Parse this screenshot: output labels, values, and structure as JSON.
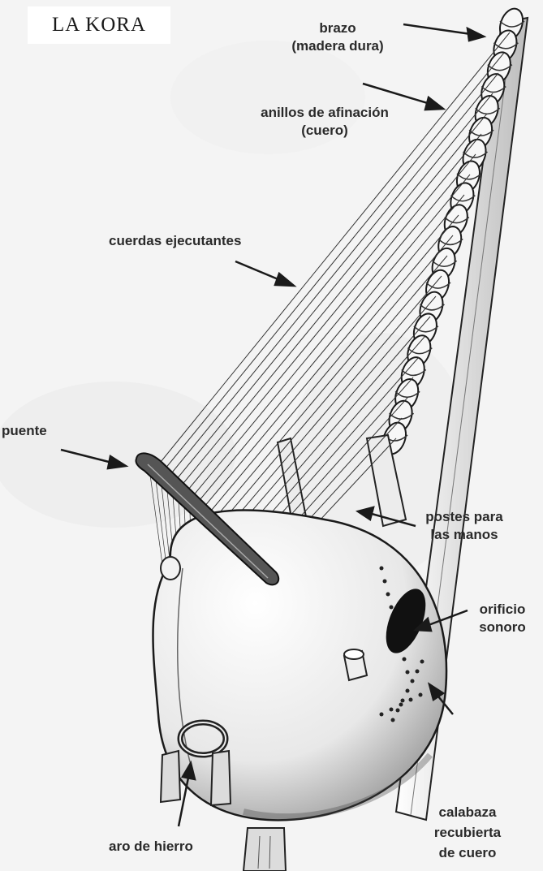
{
  "title": "LA KORA",
  "labels": {
    "brazo": [
      "brazo",
      "(madera dura)"
    ],
    "anillos": [
      "anillos de afinación",
      "(cuero)"
    ],
    "cuerdas": "cuerdas ejecutantes",
    "puente": "puente",
    "postes": [
      "postes para",
      "las manos"
    ],
    "orificio": [
      "orificio",
      "sonoro"
    ],
    "calabaza": [
      "calabaza",
      "recubierta",
      "de cuero"
    ],
    "aro": "aro de hierro"
  },
  "colors": {
    "background": "#f4f4f4",
    "ink": "#2a2a2a",
    "title_box": "#ffffff"
  }
}
